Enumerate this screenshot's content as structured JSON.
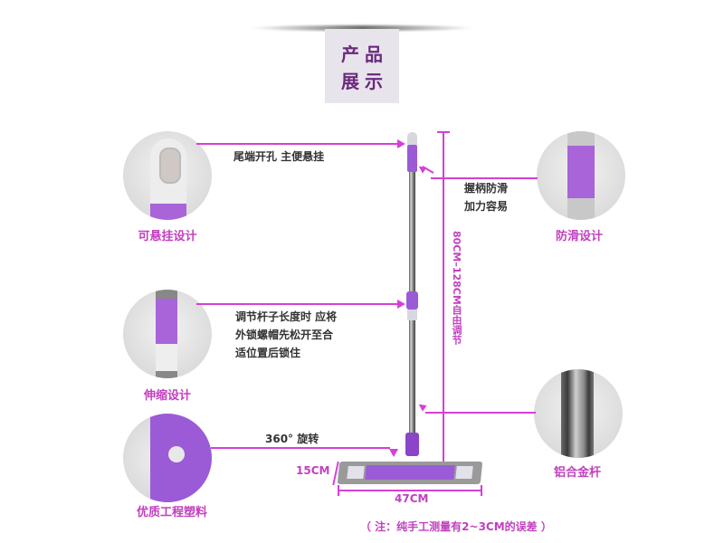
{
  "header": {
    "title_line1": "产品",
    "title_line2": "展示"
  },
  "features": [
    {
      "caption": "可悬挂设计",
      "description": [
        "尾端开孔 主便悬挂"
      ],
      "icon": "hanging-hole-icon"
    },
    {
      "caption": "防滑设计",
      "description": [
        "握柄防滑",
        "加力容易"
      ],
      "icon": "grip-icon"
    },
    {
      "caption": "伸缩设计",
      "description": [
        "调节杆子长度时 应将",
        "外锁螺帽先松开至合",
        "适位置后锁住"
      ],
      "icon": "telescopic-lock-icon"
    },
    {
      "caption": "铝合金杆",
      "description": [],
      "icon": "aluminum-pole-icon"
    },
    {
      "caption": "优质工程塑料",
      "description": [
        "360°  旋转"
      ],
      "icon": "swivel-joint-icon"
    }
  ],
  "dimensions": {
    "length_range": "80CM–128CM自由调节",
    "head_width": "15CM",
    "head_length": "47CM"
  },
  "footnote": "（ 注：纯手工测量有2~3CM的误差 ）",
  "colors": {
    "accent": "#d63fd6",
    "caption": "#c23fbf",
    "title": "#6a2a7c",
    "purple_part": "#9b5bd6"
  }
}
